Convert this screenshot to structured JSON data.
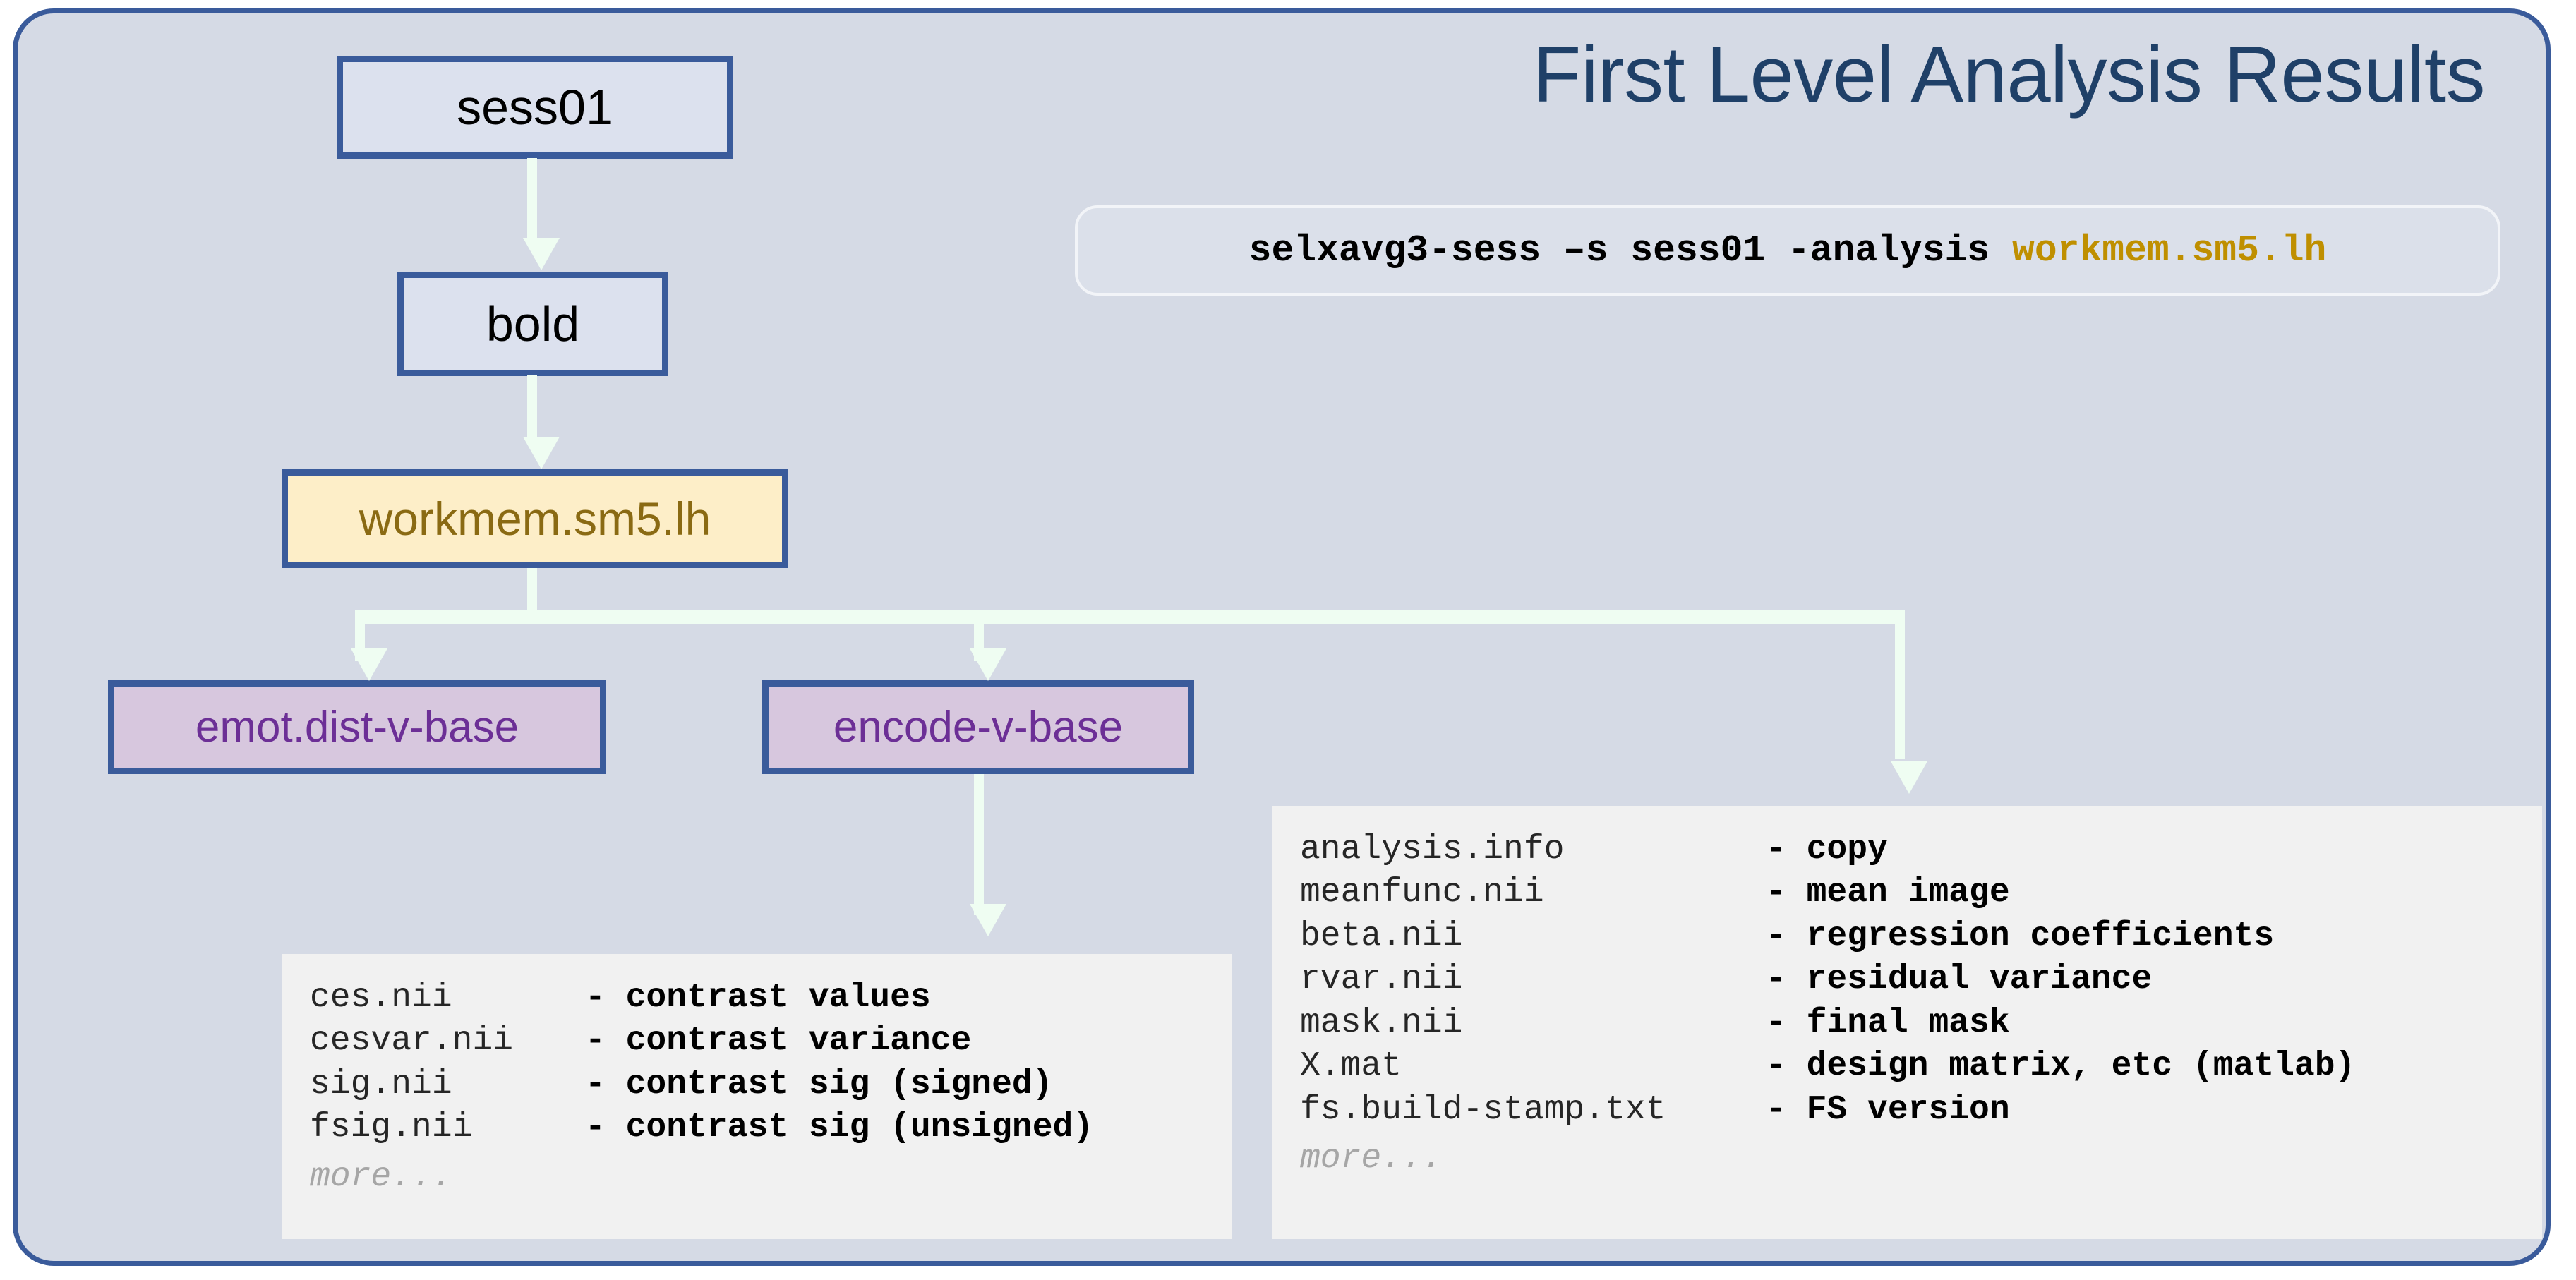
{
  "header": {
    "title": "First Level Analysis Results"
  },
  "command": {
    "prefix": "selxavg3-sess –s sess01 -analysis ",
    "analysis": "workmem.sm5.lh",
    "accent_color": "#bf8f00"
  },
  "flow": {
    "nodes": [
      {
        "id": "sess01",
        "label": "sess01",
        "fill": "#dce1ee",
        "border": "#3a5b9b",
        "text": "#000000"
      },
      {
        "id": "bold",
        "label": "bold",
        "fill": "#dce1ee",
        "border": "#3a5b9b",
        "text": "#000000"
      },
      {
        "id": "workmem",
        "label": "workmem.sm5.lh",
        "fill": "#fdeec8",
        "border": "#3a5b9b",
        "text": "#8a6a13"
      },
      {
        "id": "emot",
        "label": "emot.dist-v-base",
        "fill": "#d7c7de",
        "border": "#3a5b9b",
        "text": "#6c2f96"
      },
      {
        "id": "encode",
        "label": "encode-v-base",
        "fill": "#d7c7de",
        "border": "#3a5b9b",
        "text": "#6c2f96"
      }
    ]
  },
  "panels": {
    "contrast_outputs": {
      "rows": [
        {
          "name": "ces.nii",
          "dash": "-",
          "desc": "contrast values"
        },
        {
          "name": "cesvar.nii",
          "dash": "-",
          "desc": "contrast variance"
        },
        {
          "name": "sig.nii",
          "dash": "-",
          "desc": "contrast sig (signed)"
        },
        {
          "name": "fsig.nii",
          "dash": "-",
          "desc": "contrast sig (unsigned)"
        }
      ],
      "more": "more..."
    },
    "analysis_outputs": {
      "rows": [
        {
          "name": "analysis.info",
          "dash": "-",
          "desc": "copy"
        },
        {
          "name": "meanfunc.nii",
          "dash": "-",
          "desc": "mean image"
        },
        {
          "name": "beta.nii",
          "dash": "-",
          "desc": "regression coefficients"
        },
        {
          "name": "rvar.nii",
          "dash": "-",
          "desc": "residual variance"
        },
        {
          "name": "mask.nii",
          "dash": "-",
          "desc": "final mask"
        },
        {
          "name": "X.mat",
          "dash": "-",
          "desc": "design matrix, etc (matlab)"
        },
        {
          "name": "fs.build-stamp.txt",
          "dash": "-",
          "desc": "FS version"
        }
      ],
      "more": "more..."
    }
  },
  "theme": {
    "slide_bg": "#d5dae5",
    "frame_border": "#3a5b9b",
    "connector": "#effdf2",
    "panel_bg": "#f1f1f1",
    "title_color": "#1f4068"
  }
}
